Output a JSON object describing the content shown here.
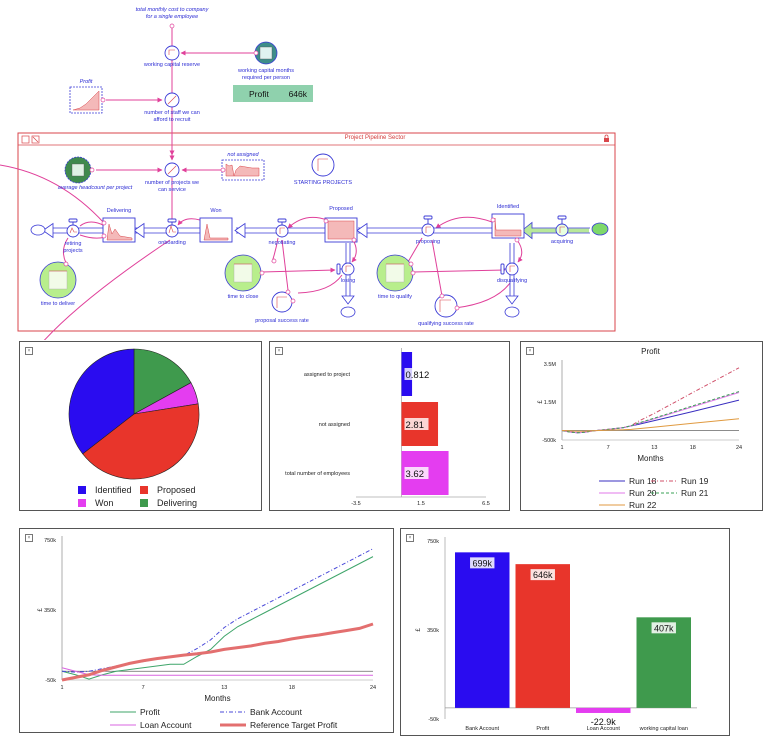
{
  "diagram": {
    "labels": {
      "total_monthly_cost": "total monthly cost to company for a single employee",
      "working_capital_reserve": "working capital reserve",
      "working_capital_months": "working capital months required per person",
      "profit_graph": "Profit",
      "number_of_staff": "number of staff we can afford to recruit",
      "average_headcount": "average headcount per project",
      "number_of_projects": "number of projects we can service",
      "not_assigned": "not assigned",
      "starting_projects": "STARTING PROJECTS",
      "delivering": "Delivering",
      "won": "Won",
      "proposed": "Proposed",
      "identified": "Identified",
      "retiring_projects": "retiring projects",
      "onboarding": "onboarding",
      "negotiating": "negotiating",
      "proposing": "proposing",
      "acquiring": "acquiring",
      "losing": "losing",
      "disqualifying": "disqualifying",
      "time_to_deliver": "time to deliver",
      "time_to_close": "time to close",
      "time_to_qualify": "time to qualify",
      "proposal_success_rate": "proposal success rate",
      "qualifying_success_rate": "qualifying success rate"
    },
    "profit_readout": {
      "label": "Profit",
      "value": "646k"
    },
    "sector_title": "Project Pipeline Sector",
    "colors": {
      "link": "#e0409a",
      "flow": "#3b3bd6",
      "sector": "#d9464b",
      "stock_fill": "#f4b9b9"
    }
  },
  "pie_chart": {
    "chart_data": {
      "type": "pie",
      "title": "",
      "slices": [
        {
          "name": "Delivering",
          "value": 17,
          "color": "#3f9a4d"
        },
        {
          "name": "Won",
          "value": 5.5,
          "color": "#e43df0"
        },
        {
          "name": "Proposed",
          "value": 42,
          "color": "#e8352b"
        },
        {
          "name": "Identified",
          "value": 35.5,
          "color": "#2a0cf0"
        }
      ],
      "legend": [
        "Identified",
        "Proposed",
        "Won",
        "Delivering"
      ],
      "legend_placement": "bottom"
    }
  },
  "employee_chart": {
    "chart_data": {
      "type": "bar",
      "orientation": "horizontal",
      "categories": [
        "assigned to project",
        "not assigned",
        "total number of employees"
      ],
      "values": [
        0.812,
        2.81,
        3.62
      ],
      "value_labels": [
        "0.812",
        "2.81",
        "3.62"
      ],
      "colors": [
        "#2a0cf0",
        "#e8352b",
        "#e43df0"
      ],
      "xlim": [
        -3.5,
        6.5
      ],
      "xticks": [
        "-3.5",
        "1.5",
        "6.5"
      ]
    }
  },
  "profit_runs_chart": {
    "chart_data": {
      "type": "line",
      "title": "Profit",
      "xlabel": "Months",
      "ylabel": "£",
      "xlim": [
        1,
        24
      ],
      "ylim": [
        -500000,
        3500000
      ],
      "xticks": [
        "1",
        "7",
        "13",
        "18",
        "24"
      ],
      "yticks": [
        "3.5M",
        "1.5M",
        "-500k"
      ],
      "x": [
        1,
        2,
        3,
        4,
        5,
        7,
        9,
        10,
        11,
        13,
        18,
        24
      ],
      "series": [
        {
          "name": "Run 18",
          "color": "#3a2fc0",
          "dash": "",
          "values": [
            0,
            -80000,
            -120000,
            -90000,
            -20000,
            60000,
            150000,
            240000,
            330000,
            520000,
            1000000,
            1600000
          ]
        },
        {
          "name": "Run 19",
          "color": "#d0506a",
          "dash": "4,2,1,2",
          "values": [
            0,
            -80000,
            -120000,
            -90000,
            -20000,
            60000,
            150000,
            260000,
            500000,
            900000,
            2000000,
            3300000
          ]
        },
        {
          "name": "Run 20",
          "color": "#e07ae8",
          "dash": "",
          "values": [
            0,
            -80000,
            -120000,
            -90000,
            -20000,
            60000,
            150000,
            250000,
            380000,
            620000,
            1250000,
            2000000
          ]
        },
        {
          "name": "Run 21",
          "color": "#3aa055",
          "dash": "3,2",
          "values": [
            0,
            -80000,
            -120000,
            -90000,
            -20000,
            60000,
            150000,
            255000,
            400000,
            650000,
            1300000,
            2050000
          ]
        },
        {
          "name": "Run 22",
          "color": "#e09a40",
          "dash": "",
          "values": [
            0,
            -20000,
            -40000,
            -30000,
            -10000,
            20000,
            40000,
            60000,
            100000,
            180000,
            380000,
            620000
          ]
        }
      ],
      "zero_line": true,
      "legend_placement": "bottom"
    }
  },
  "accounts_chart": {
    "chart_data": {
      "type": "line",
      "xlabel": "Months",
      "ylabel": "£",
      "xlim": [
        1,
        24
      ],
      "ylim": [
        -50000,
        750000
      ],
      "xticks": [
        "1",
        "7",
        "13",
        "18",
        "24"
      ],
      "yticks": [
        "750k",
        "350k",
        "-50k"
      ],
      "x": [
        1,
        2,
        3,
        4,
        5,
        6,
        7,
        8,
        9,
        10,
        11,
        12,
        13,
        14,
        15,
        16,
        17,
        18,
        19,
        20,
        21,
        22,
        23,
        24
      ],
      "series": [
        {
          "name": "Profit",
          "color": "#3fa56a",
          "dash": "",
          "width": 1,
          "values": [
            0,
            -20000,
            -45000,
            -20000,
            0,
            10000,
            20000,
            30000,
            40000,
            40000,
            85000,
            125000,
            200000,
            255000,
            295000,
            335000,
            375000,
            415000,
            455000,
            495000,
            535000,
            575000,
            615000,
            655000
          ]
        },
        {
          "name": "Bank Account",
          "color": "#4a4ad8",
          "dash": "4,2,1,2",
          "width": 1,
          "values": [
            0,
            -5000,
            0,
            15000,
            30000,
            45000,
            55000,
            70000,
            80000,
            90000,
            130000,
            180000,
            250000,
            300000,
            340000,
            380000,
            420000,
            460000,
            500000,
            540000,
            580000,
            620000,
            660000,
            700000
          ]
        },
        {
          "name": "Loan Account",
          "color": "#d964e0",
          "dash": "",
          "width": 1,
          "values": [
            20000,
            0,
            -20000,
            -22900,
            -22900,
            -22900,
            -22900,
            -22900,
            -22900,
            -22900,
            -22900,
            -22900,
            -22900,
            -22900,
            -22900,
            -22900,
            -22900,
            -22900,
            -22900,
            -22900,
            -22900,
            -22900,
            -22900,
            -22900
          ]
        },
        {
          "name": "Reference Target Profit",
          "color": "#e36f6f",
          "dash": "",
          "width": 3,
          "values": [
            -50000,
            -35000,
            -20000,
            5000,
            25000,
            45000,
            60000,
            72000,
            82000,
            92000,
            100000,
            110000,
            125000,
            135000,
            145000,
            160000,
            170000,
            185000,
            197000,
            207000,
            220000,
            232000,
            245000,
            270000
          ]
        }
      ],
      "zero_line": true,
      "legend": [
        "Profit",
        "Bank Account",
        "Loan Account",
        "Reference Target Profit"
      ],
      "legend_placement": "bottom"
    }
  },
  "balances_chart": {
    "chart_data": {
      "type": "bar",
      "ylabel": "£",
      "ylim": [
        -50000,
        750000
      ],
      "yticks": [
        "750k",
        "350k",
        "-50k"
      ],
      "categories": [
        "Bank Account",
        "Profit",
        "Loan Account",
        "working capital loan"
      ],
      "values": [
        699000,
        646000,
        -22900,
        407000
      ],
      "value_labels": [
        "699k",
        "646k",
        "-22.9k",
        "407k"
      ],
      "colors": [
        "#2a0cf0",
        "#e8352b",
        "#e43df0",
        "#3f9a4d"
      ]
    }
  }
}
